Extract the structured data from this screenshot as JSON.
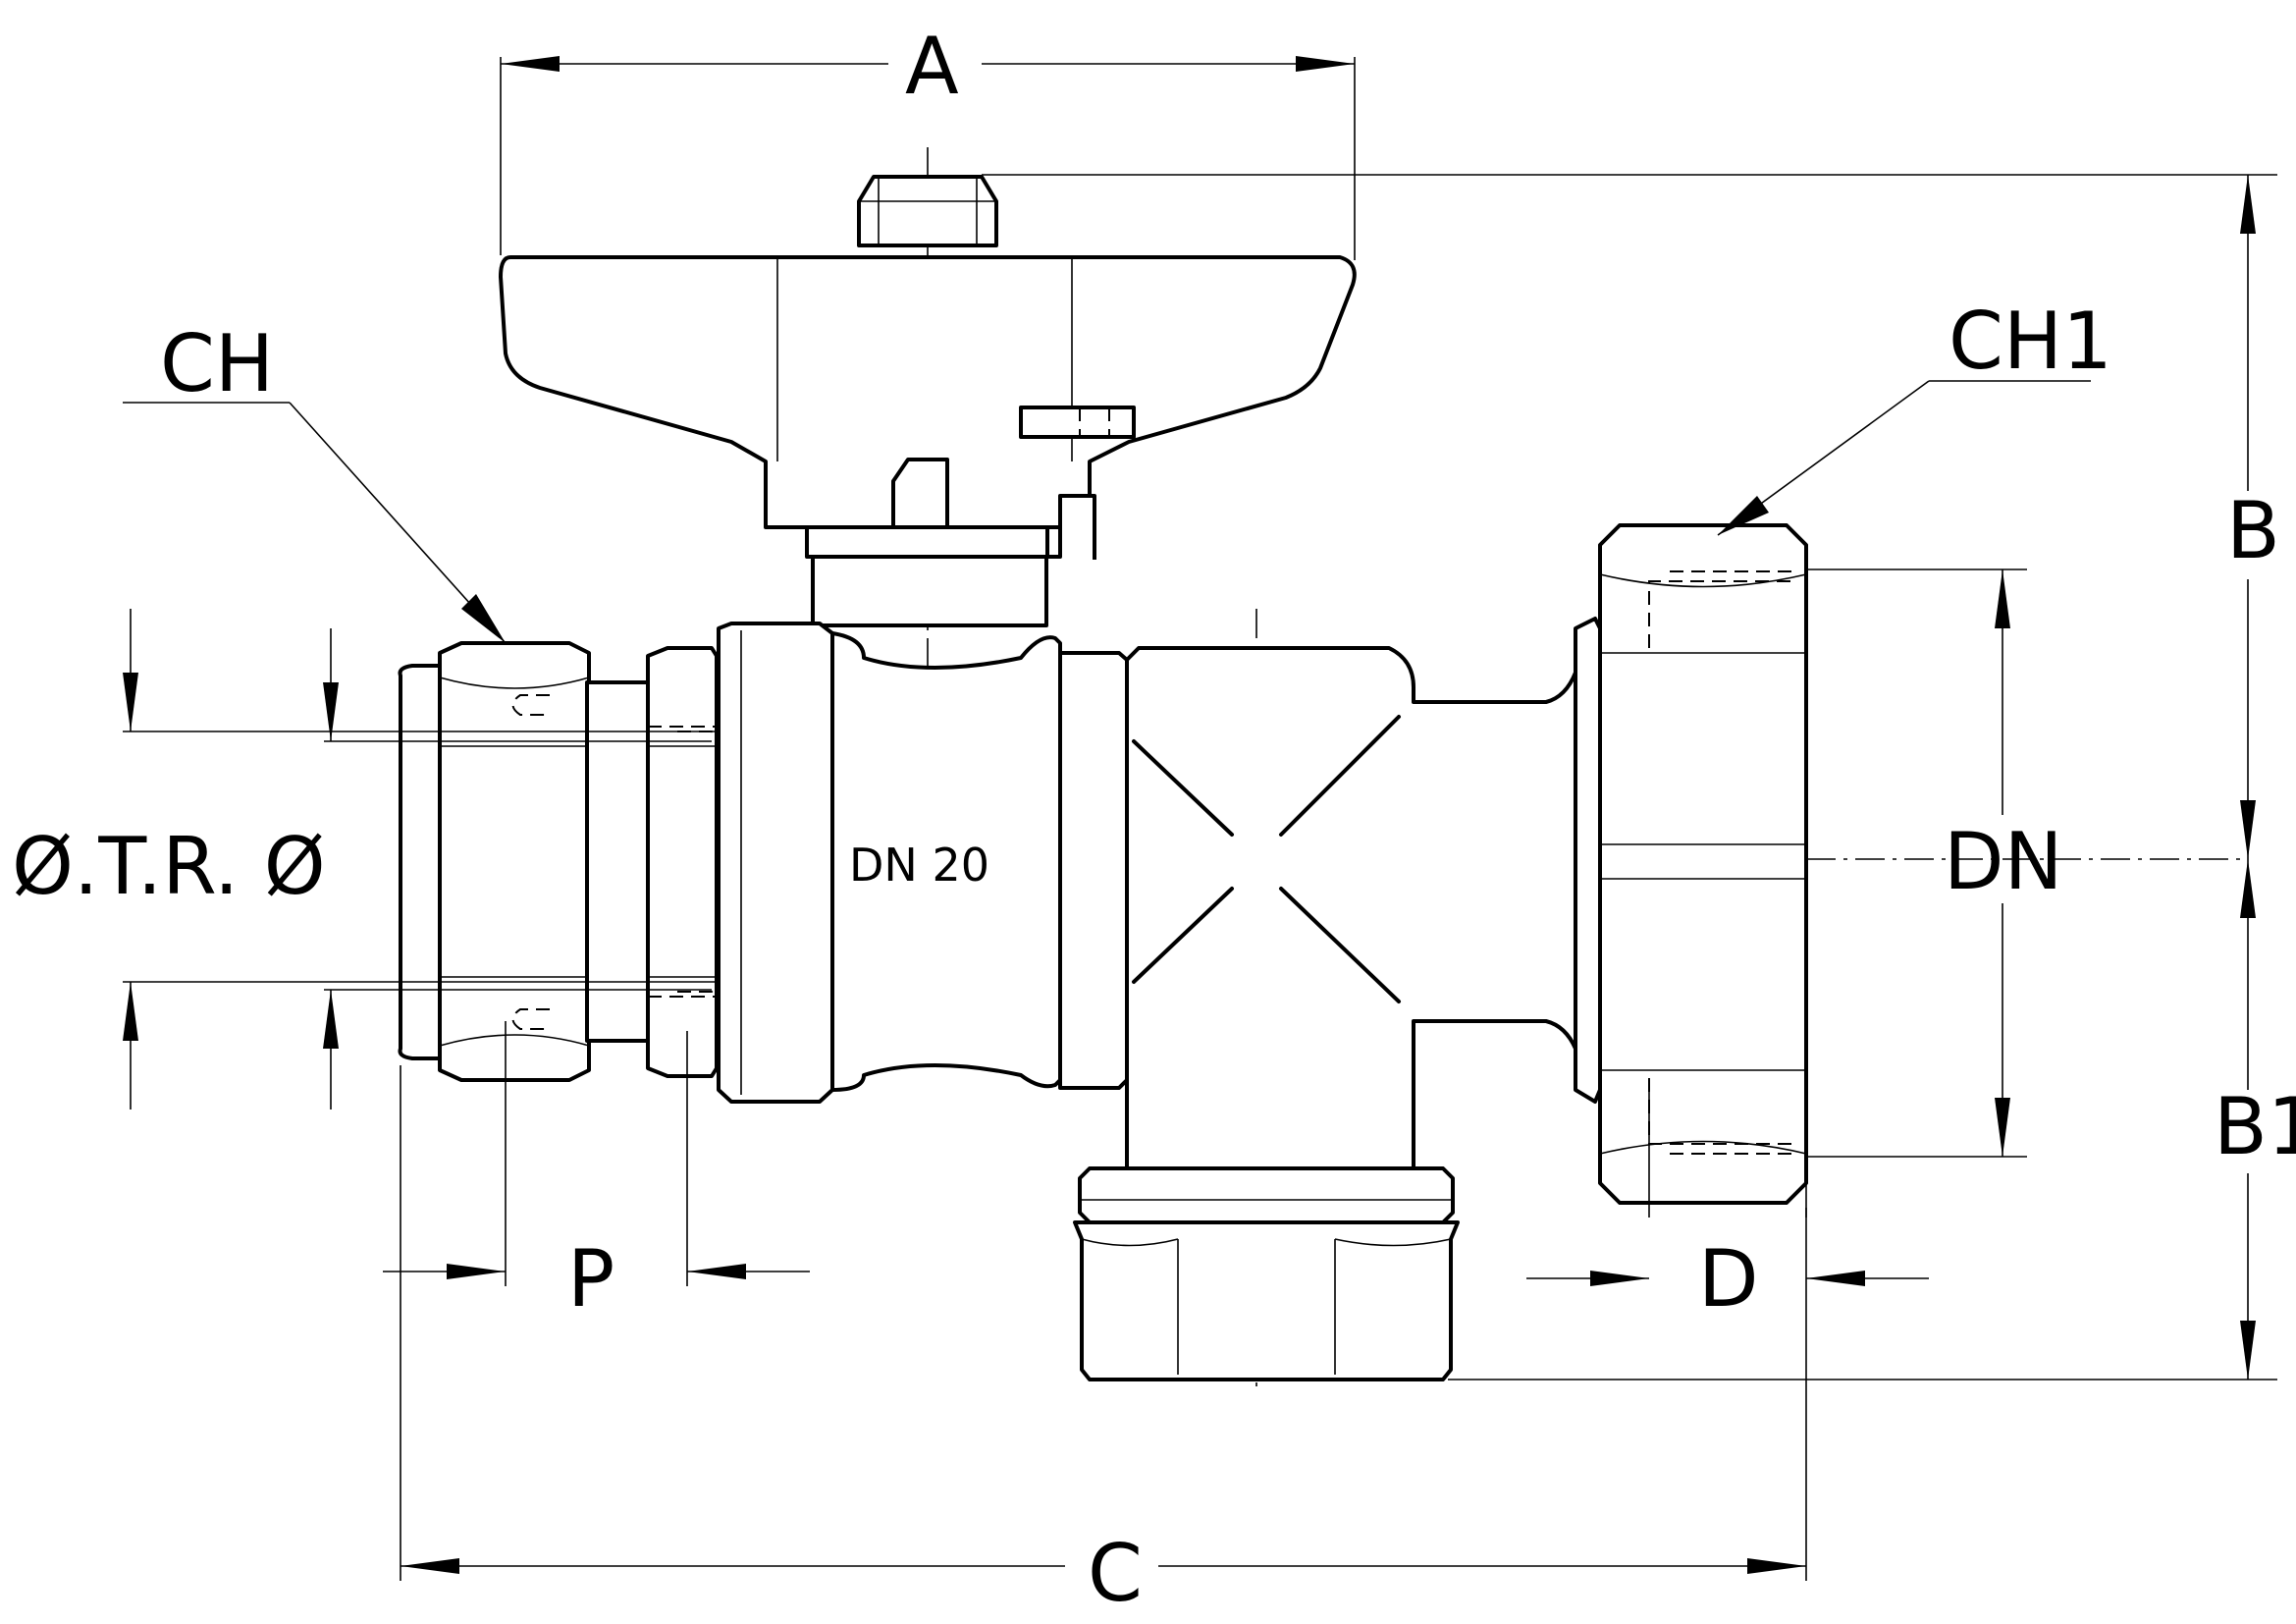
{
  "drawing": {
    "dimension_labels": {
      "A": "A",
      "B": "B",
      "B1": "B1",
      "C": "C",
      "P": "P",
      "D": "D",
      "DN": "DN",
      "CH": "CH",
      "CH1": "CH1",
      "otr": "Ø.T.R. Ø"
    },
    "body_marking": "DN  20"
  }
}
